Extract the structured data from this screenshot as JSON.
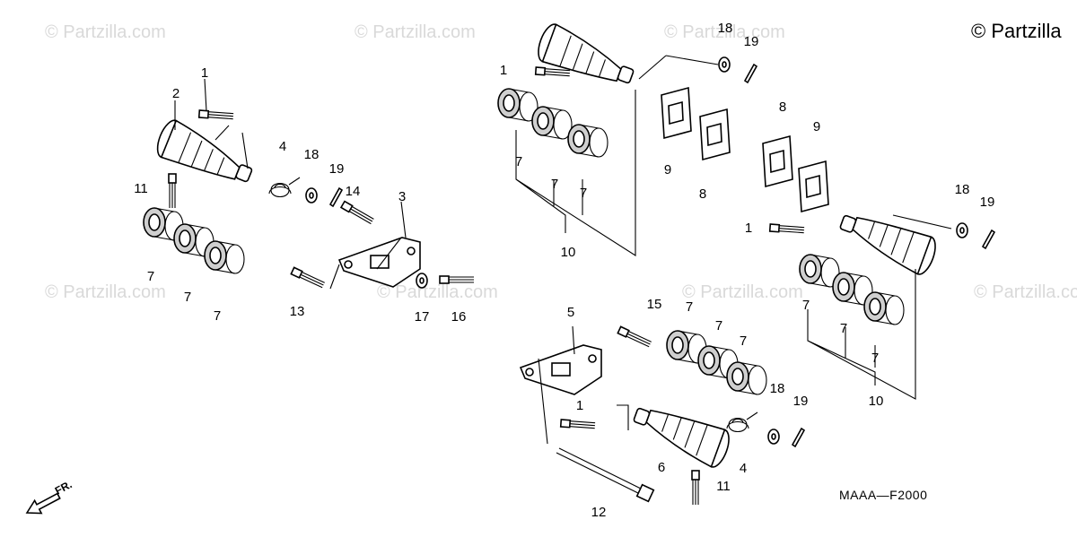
{
  "watermark": "© Partzilla.com",
  "copyright": "© Partzilla",
  "diagram_code": "MAAA—F2000",
  "front_marker": "FR.",
  "callouts": {
    "c1a": "1",
    "c2": "2",
    "c4a": "4",
    "c18a": "18",
    "c19a": "19",
    "c11a": "11",
    "c14": "14",
    "c3": "3",
    "c7a": "7",
    "c7b": "7",
    "c7c": "7",
    "c13": "13",
    "c17": "17",
    "c16": "16",
    "c1b": "1",
    "c18b": "18",
    "c19b": "19",
    "c7d": "7",
    "c7e": "7",
    "c7f": "7",
    "c9a": "9",
    "c8a": "8",
    "c10a": "10",
    "c8b": "8",
    "c9b": "9",
    "c18c": "18",
    "c19c": "19",
    "c1c": "1",
    "c7g": "7",
    "c7h": "7",
    "c7i": "7",
    "c10b": "10",
    "c5": "5",
    "c15": "15",
    "c7j": "7",
    "c7k": "7",
    "c7l": "7",
    "c1d": "1",
    "c18d": "18",
    "c19d": "19",
    "c6": "6",
    "c4b": "4",
    "c11b": "11",
    "c12": "12"
  }
}
